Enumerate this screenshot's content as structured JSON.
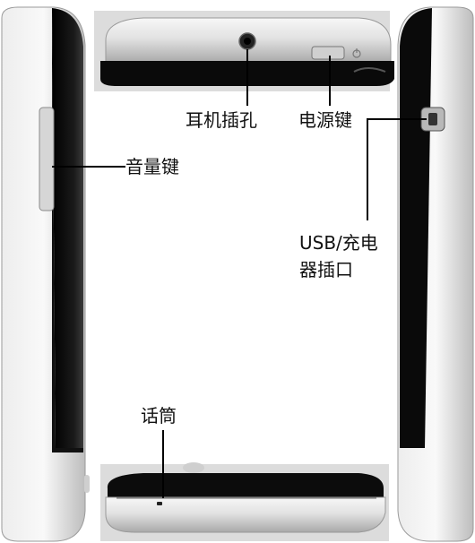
{
  "labels": {
    "earphone_jack": "耳机插孔",
    "power_key": "电源键",
    "volume_key": "音量键",
    "usb_port": "USB/充电\n器插口",
    "microphone": "话筒"
  },
  "colors": {
    "body_silver": "#d9d9d9",
    "body_black": "#0d0d0d",
    "leader_line": "#000000"
  }
}
